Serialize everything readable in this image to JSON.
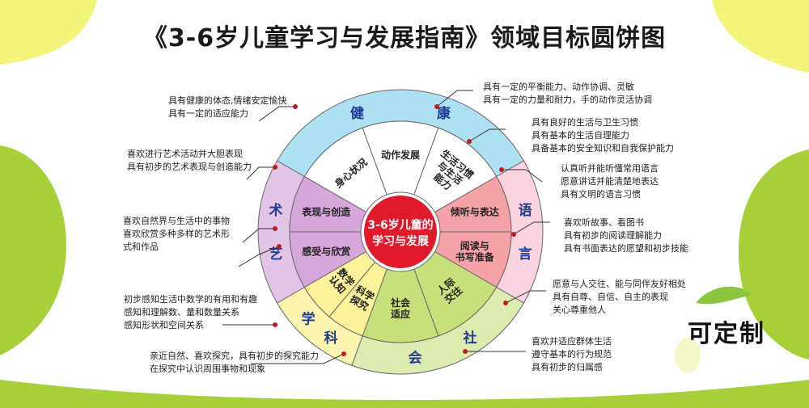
{
  "title": "《3-6岁儿童学习与发展指南》领域目标圆饼图",
  "center": [
    "3-6岁儿童的",
    "学习与发展"
  ],
  "badge": "可定制",
  "domains": [
    {
      "key": "health",
      "name": "健康",
      "chars": [
        "健",
        "康"
      ],
      "color": "#aee0f4",
      "subs": [
        [
          "身心状况"
        ],
        [
          "动作发展"
        ],
        [
          "生活习惯",
          "与生活",
          "能力"
        ]
      ],
      "subColor": "#ffffff"
    },
    {
      "key": "language",
      "name": "语言",
      "chars": [
        "语",
        "言"
      ],
      "color": "#f9d3df",
      "subs": [
        [
          "倾听与表达"
        ],
        [
          "阅读与",
          "书写准备"
        ]
      ],
      "subColor": "#f4a1a8"
    },
    {
      "key": "social",
      "name": "社会",
      "chars": [
        "社",
        "会"
      ],
      "color": "#dcebb0",
      "subs": [
        [
          "人际",
          "交往"
        ],
        [
          "社会",
          "适应"
        ]
      ],
      "subColor": "#c7e07a"
    },
    {
      "key": "science",
      "name": "科学",
      "chars": [
        "科",
        "学"
      ],
      "color": "#fbf5b0",
      "subs": [
        [
          "科学",
          "探究"
        ],
        [
          "数学",
          "认知"
        ]
      ],
      "subColor": "#fbf29a"
    },
    {
      "key": "art",
      "name": "艺术",
      "chars": [
        "艺",
        "术"
      ],
      "color": "#e2c4e6",
      "subs": [
        [
          "感受与欣赏"
        ],
        [
          "表现与创造"
        ]
      ],
      "subColor": "#d7a7dc"
    }
  ],
  "notes": {
    "health_left": [
      "具有健康的体态,情绪安定愉快",
      "具有一定的适应能力"
    ],
    "health_right": [
      "具有一定的平衡能力、动作协调、灵敏",
      "具有一定的力量和耐力，手的动作灵活协调"
    ],
    "health_right2": [
      "具有良好的生活与卫生习惯",
      "具有基本的生活自理能力",
      "具备基本的安全知识和自我保护能力"
    ],
    "art_1": [
      "喜欢进行艺术活动并大胆表现",
      "具有初步的艺术表现与创造能力"
    ],
    "art_2": [
      "喜欢自然界与生活中的事物",
      "喜欢欣赏多种多样的艺术形",
      "式和作品"
    ],
    "science_1": [
      "初步感知生活中数学的有用和有趣",
      "感知和理解数、量和数量关系",
      "感知形状和空间关系"
    ],
    "science_2": [
      "亲近自然、喜欢探究，具有初步的探究能力",
      "在探究中认识周围事物和现象"
    ],
    "lang_1": [
      "认真听并能听懂常用语言",
      "愿意讲话并能清楚地表达",
      "具有文明的语言习惯"
    ],
    "lang_2": [
      "喜欢听故事、看图书",
      "具有初步的阅读理解能力",
      "具有书面表达的愿望和初步技能"
    ],
    "social_1": [
      "愿意与人交往、能与同伴友好相处",
      "具有自尊、自信、自主的表现",
      "关心尊重他人"
    ],
    "social_2": [
      "喜欢并适应群体生活",
      "遵守基本的行为规范",
      "具有初步的归属感"
    ]
  }
}
